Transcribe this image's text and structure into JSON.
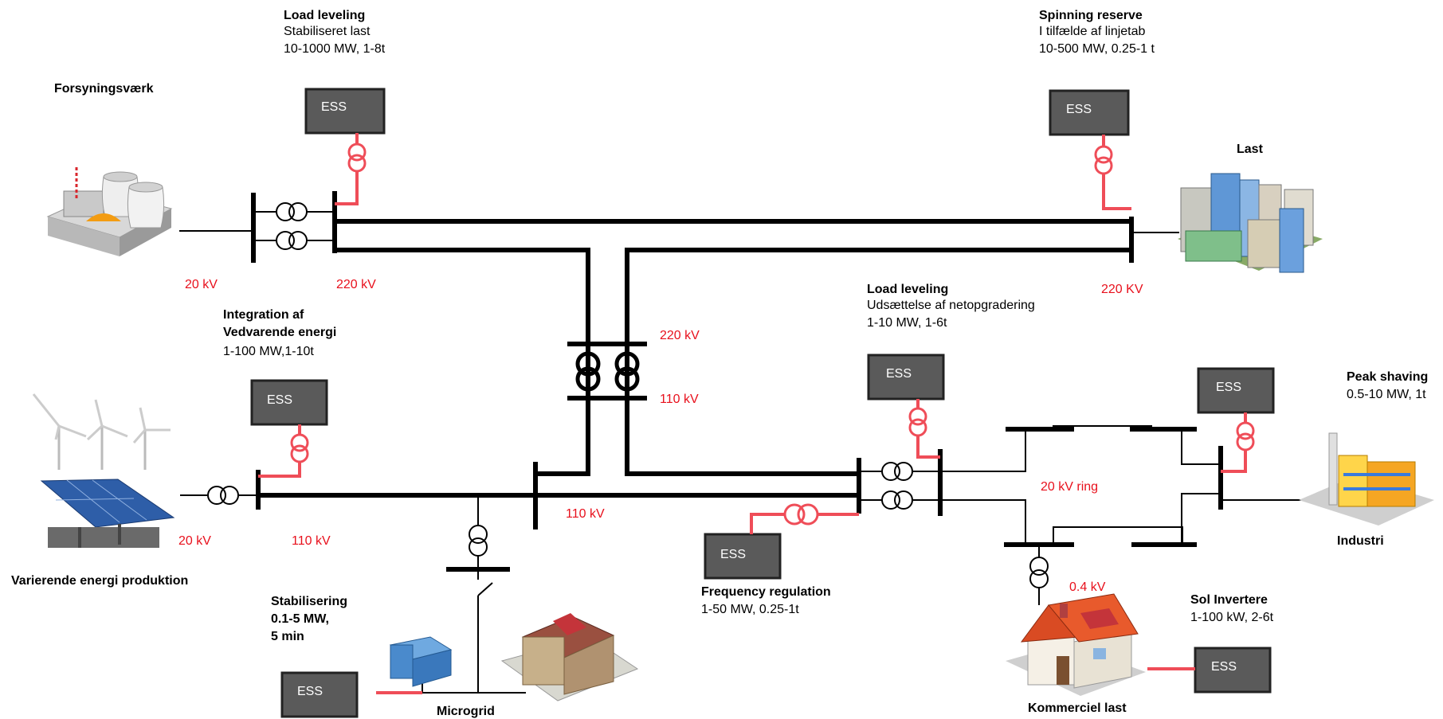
{
  "ess_label": "ESS",
  "sections": {
    "load_leveling_top": {
      "title": "Load leveling",
      "line1": "Stabiliseret last",
      "line2": "10-1000 MW, 1-8t"
    },
    "spinning_reserve": {
      "title": "Spinning reserve",
      "line1": "I tilfælde af linjetab",
      "line2": "10-500 MW, 0.25-1 t"
    },
    "forsyning": {
      "title": "Forsyningsværk"
    },
    "last": {
      "title": "Last"
    },
    "integration": {
      "title1": "Integration af",
      "title2": "Vedvarende energi",
      "line1": "1-100 MW,1-10t"
    },
    "load_leveling_mid": {
      "title": "Load leveling",
      "line1": "Udsættelse af netopgradering",
      "line2": "1-10 MW, 1-6t"
    },
    "peak_shaving": {
      "title": "Peak shaving",
      "line1": "0.5-10 MW, 1t"
    },
    "industri": {
      "title": "Industri"
    },
    "varierende": {
      "title": "Varierende energi produktion"
    },
    "stabilisering": {
      "line1": "Stabilisering",
      "line2": "0.1-5 MW,",
      "line3": "5 min"
    },
    "frequency": {
      "title": "Frequency regulation",
      "line1": "1-50 MW, 0.25-1t"
    },
    "sol": {
      "title": "Sol Invertere",
      "line1": "1-100 kW, 2-6t"
    },
    "microgrid": {
      "title": "Microgrid"
    },
    "kommerciel": {
      "title": "Kommerciel last"
    }
  },
  "voltages": {
    "v20_top": "20 kV",
    "v220_top_left": "220 kV",
    "v220_top_right": "220 KV",
    "v220_mid": "220 kV",
    "v110_mid": "110 kV",
    "v20_left": "20 kV",
    "v110_left": "110 kV",
    "v110_center": "110 kV",
    "ring": "20 kV ring",
    "v04": "0.4 kV"
  }
}
